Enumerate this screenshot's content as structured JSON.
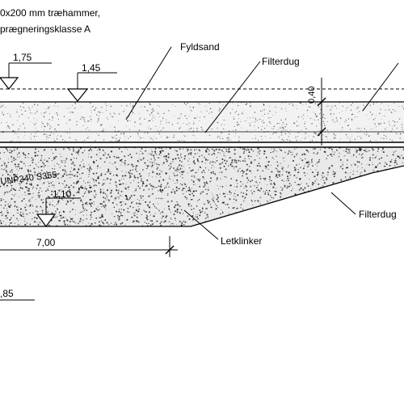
{
  "notes": {
    "line1": "0x200 mm træhammer,",
    "line2": "prægneringsklasse A"
  },
  "levels": {
    "left": "1,75",
    "right": "1,45",
    "lower": "1,10",
    "bottom": ",85"
  },
  "thickness": "0,40",
  "profile_label": "UNP240 S355",
  "dimension": "7,00",
  "labels": {
    "fyldsand": "Fyldsand",
    "filterdug_top": "Filterdug",
    "filterdug_right": "Filterdug",
    "letklinker": "Letklinker"
  },
  "colors": {
    "line": "#000000",
    "background": "#ffffff",
    "fill": "#ededed"
  }
}
